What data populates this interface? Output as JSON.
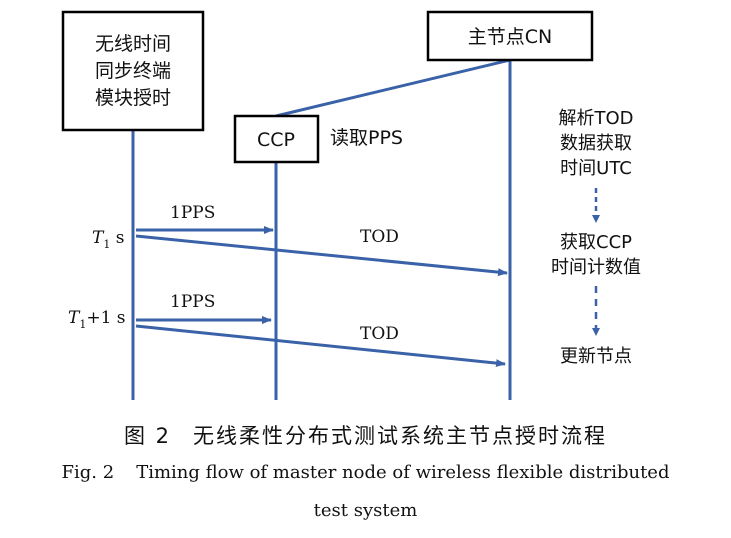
{
  "boxes": {
    "terminal": [
      "无线时间",
      "同步终端",
      "模块授时"
    ],
    "master": "主节点CN",
    "ccp": "CCP"
  },
  "labels": {
    "read_pps": "读取PPS",
    "pps1": "1PPS",
    "tod1": "TOD",
    "pps2": "1PPS",
    "tod2": "TOD",
    "t1_base": "T",
    "t1_sub": "1",
    "t1_unit": " s",
    "t2_base": "T",
    "t2_sub": "1",
    "t2_unit": "+1 s"
  },
  "side_steps": {
    "step1": [
      "解析TOD",
      "数据获取",
      "时间UTC"
    ],
    "step2": [
      "获取CCP",
      "时间计数值"
    ],
    "step3": "更新节点"
  },
  "caption": {
    "cn_number": "图 2",
    "cn_title": "无线柔性分布式测试系统主节点授时流程",
    "en_number": "Fig. 2",
    "en_title_line1": "Timing flow of master node of wireless flexible distributed",
    "en_title_line2": "test system"
  },
  "colors": {
    "line": "#3a62a8",
    "box_border": "#000000"
  }
}
